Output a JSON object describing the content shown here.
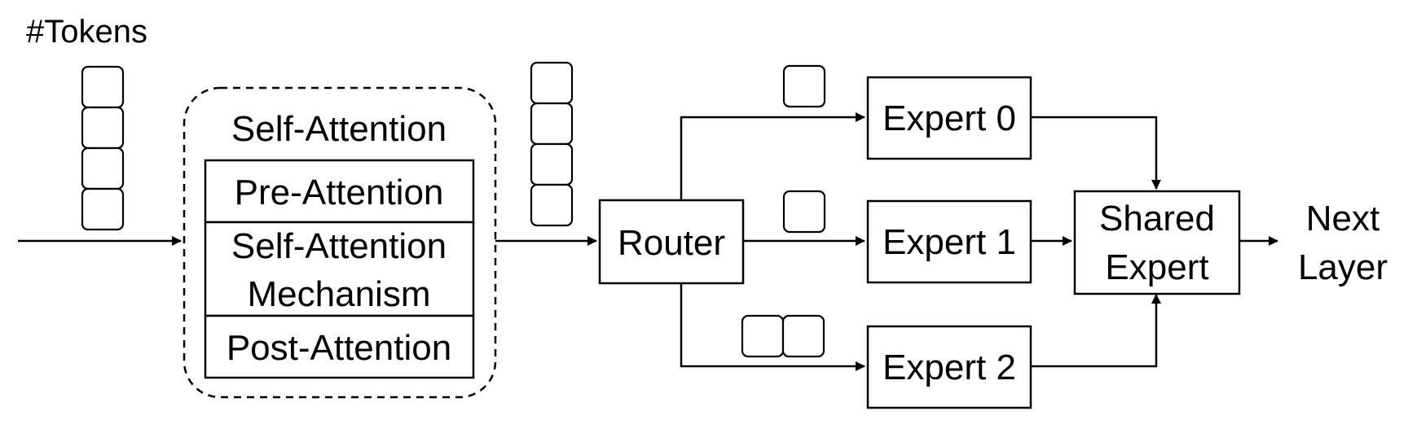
{
  "tokens_label": "#Tokens",
  "self_attention": {
    "title": "Self-Attention",
    "pre": "Pre-Attention",
    "mechanism_line1": "Self-Attention",
    "mechanism_line2": "Mechanism",
    "post": "Post-Attention"
  },
  "router": "Router",
  "experts": [
    "Expert 0",
    "Expert 1",
    "Expert 2"
  ],
  "shared_expert": {
    "line1": "Shared",
    "line2": "Expert"
  },
  "next_layer": {
    "line1": "Next",
    "line2": "Layer"
  },
  "token_patterns": {
    "input_stack": [
      "diagonal-up",
      "horizontal",
      "vertical",
      "diagonal-down"
    ],
    "routed_stack": [
      "diagonal-up",
      "horizontal",
      "vertical",
      "diagonal-down"
    ],
    "to_expert_0": [
      "horizontal"
    ],
    "to_expert_1": [
      "diagonal-up"
    ],
    "to_expert_2": [
      "vertical",
      "diagonal-down"
    ]
  }
}
